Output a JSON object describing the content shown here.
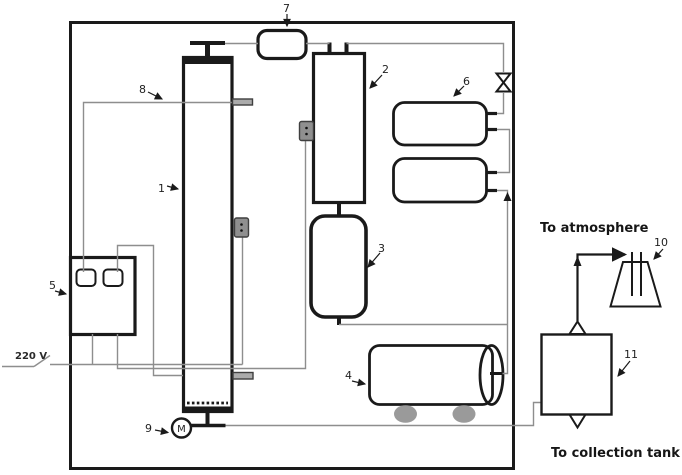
{
  "figure": {
    "callouts": {
      "c1": "1",
      "c2": "2",
      "c3": "3",
      "c4": "4",
      "c5": "5",
      "c6": "6",
      "c7": "7",
      "c8": "8",
      "c9": "9",
      "c10": "10",
      "c11": "11"
    },
    "annotations": {
      "voltage": "220 V",
      "atmosphere": "To atmosphere",
      "collection_tank": "To collection tank",
      "motor_symbol": "M"
    },
    "colors": {
      "line": "#1a1a1a",
      "wire": "#8e8e8e",
      "sensor": "#8f8f8f",
      "tab": "#ababab",
      "wheel": "#9a9a9a",
      "background": "#ffffff"
    }
  }
}
